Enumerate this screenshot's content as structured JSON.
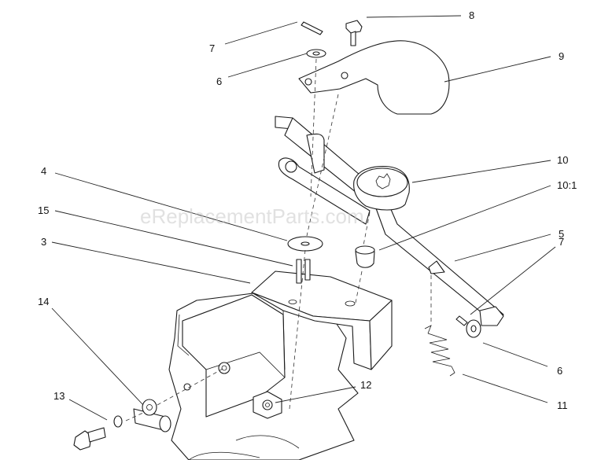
{
  "watermark": "eReplacementParts.com",
  "callouts": {
    "c1": "7",
    "c2": "8",
    "c3": "9",
    "c4": "6",
    "c5": "10",
    "c6": "4",
    "c7": "10:1",
    "c8": "15",
    "c9": "5",
    "c10": "3",
    "c11": "7",
    "c12": "14",
    "c13": "6",
    "c14": "12",
    "c15": "13",
    "c16": "11"
  },
  "colors": {
    "line": "#1a1a1a",
    "watermark": "#c8c8c8"
  }
}
